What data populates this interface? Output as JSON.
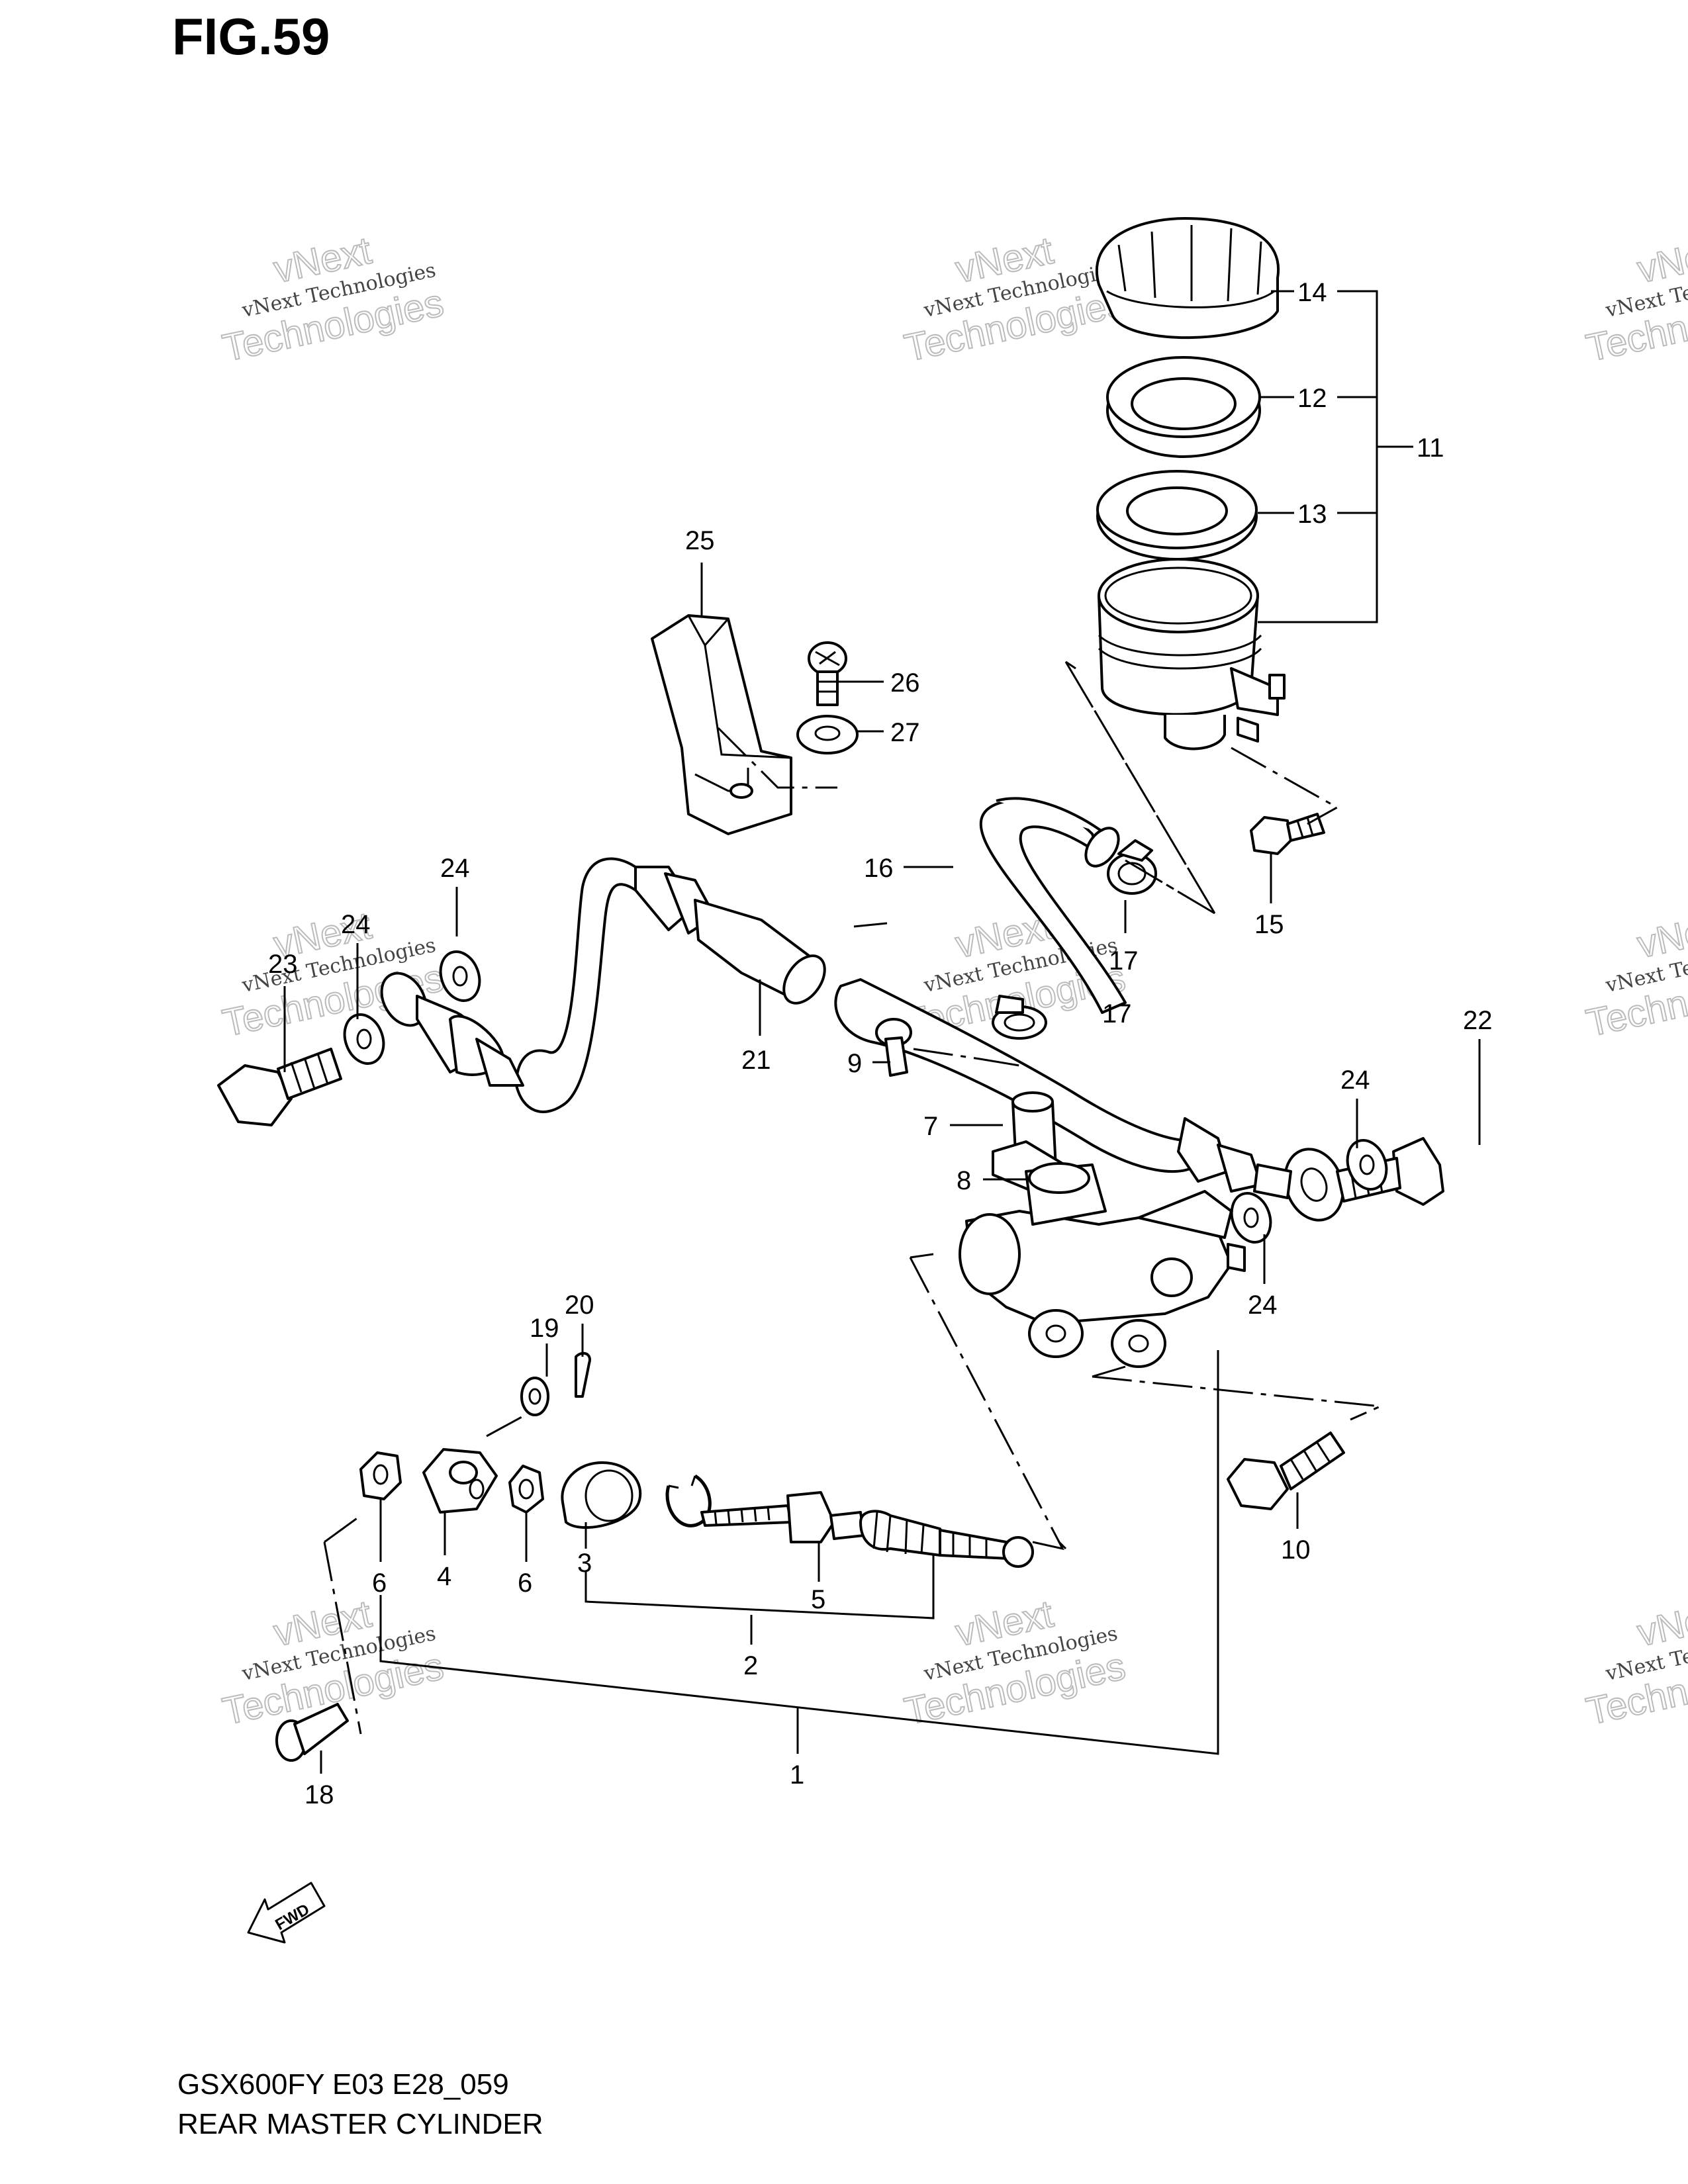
{
  "header": {
    "figure_title": "FIG.59"
  },
  "footer": {
    "model_code": "GSX600FY E03 E28_059",
    "diagram_name": "REAR MASTER CYLINDER"
  },
  "fwd_arrow": {
    "text": "FWD"
  },
  "watermark": {
    "line1": "vNext",
    "line2": "vNext Technologies",
    "line3": "Technologies"
  },
  "callouts": [
    {
      "id": "c14",
      "text": "14"
    },
    {
      "id": "c12",
      "text": "12"
    },
    {
      "id": "c11",
      "text": "11"
    },
    {
      "id": "c13",
      "text": "13"
    },
    {
      "id": "c25",
      "text": "25"
    },
    {
      "id": "c26",
      "text": "26"
    },
    {
      "id": "c27",
      "text": "27"
    },
    {
      "id": "c16",
      "text": "16"
    },
    {
      "id": "c24a",
      "text": "24"
    },
    {
      "id": "c24b",
      "text": "24"
    },
    {
      "id": "c23",
      "text": "23"
    },
    {
      "id": "c17a",
      "text": "17"
    },
    {
      "id": "c15",
      "text": "15"
    },
    {
      "id": "c22",
      "text": "22"
    },
    {
      "id": "c17b",
      "text": "17"
    },
    {
      "id": "c21",
      "text": "21"
    },
    {
      "id": "c9",
      "text": "9"
    },
    {
      "id": "c24c",
      "text": "24"
    },
    {
      "id": "c7",
      "text": "7"
    },
    {
      "id": "c8",
      "text": "8"
    },
    {
      "id": "c24d",
      "text": "24"
    },
    {
      "id": "c20",
      "text": "20"
    },
    {
      "id": "c19",
      "text": "19"
    },
    {
      "id": "c10",
      "text": "10"
    },
    {
      "id": "c6a",
      "text": "6"
    },
    {
      "id": "c4",
      "text": "4"
    },
    {
      "id": "c6b",
      "text": "6"
    },
    {
      "id": "c3",
      "text": "3"
    },
    {
      "id": "c5",
      "text": "5"
    },
    {
      "id": "c2",
      "text": "2"
    },
    {
      "id": "c18",
      "text": "18"
    },
    {
      "id": "c1",
      "text": "1"
    }
  ]
}
